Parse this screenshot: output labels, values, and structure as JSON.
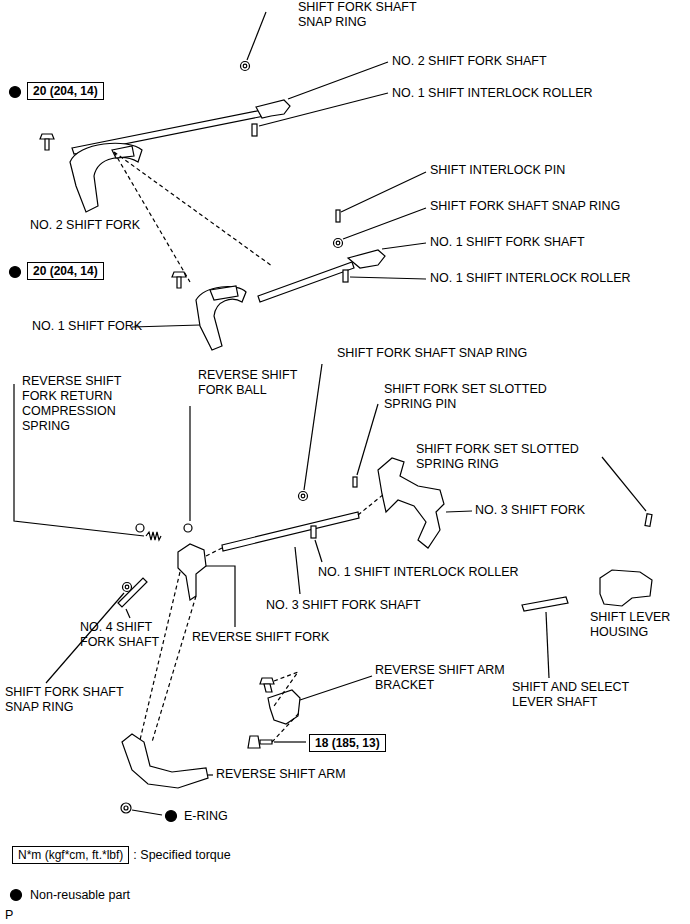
{
  "diagram": {
    "nodes": [
      {
        "text": [
          "20 (204, 14)"
        ]
      },
      {
        "text": [
          "20 (204, 14)"
        ]
      },
      {
        "text": [
          "18 (185, 13)"
        ]
      },
      {
        "text": [
          "N*m (kgf*cm, ft.*lbf)"
        ]
      }
    ],
    "edges": [],
    "labels": [
      "SHIFT FORK SHAFT SNAP RING",
      "NO. 2 SHIFT FORK SHAFT",
      "NO. 1 SHIFT INTERLOCK ROLLER",
      "NO. 2 SHIFT FORK",
      "SHIFT INTERLOCK PIN",
      "SHIFT FORK SHAFT SNAP RING",
      "NO. 1 SHIFT FORK SHAFT",
      "NO. 1 SHIFT INTERLOCK ROLLER",
      "NO. 1 SHIFT FORK",
      "REVERSE SHIFT FORK RETURN COMPRESSION SPRING",
      "REVERSE SHIFT FORK BALL",
      "SHIFT FORK SHAFT SNAP RING",
      "SHIFT FORK SET SLOTTED SPRING PIN",
      "SHIFT FORK SET SLOTTED SPRING RING",
      "NO. 3 SHIFT FORK",
      "NO. 1 SHIFT INTERLOCK ROLLER",
      "NO. 4 SHIFT FORK SHAFT",
      "NO. 3 SHIFT FORK SHAFT",
      "REVERSE SHIFT FORK",
      "SHIFT LEVER HOUSING",
      "SHIFT AND SELECT LEVER SHAFT",
      "SHIFT FORK SHAFT SNAP RING",
      "REVERSE SHIFT ARM BRACKET",
      "REVERSE SHIFT ARM",
      "E-RING",
      "P"
    ],
    "legend": [
      {
        "text": ": Specified torque"
      },
      {
        "text": "Non-reusable part"
      }
    ]
  }
}
